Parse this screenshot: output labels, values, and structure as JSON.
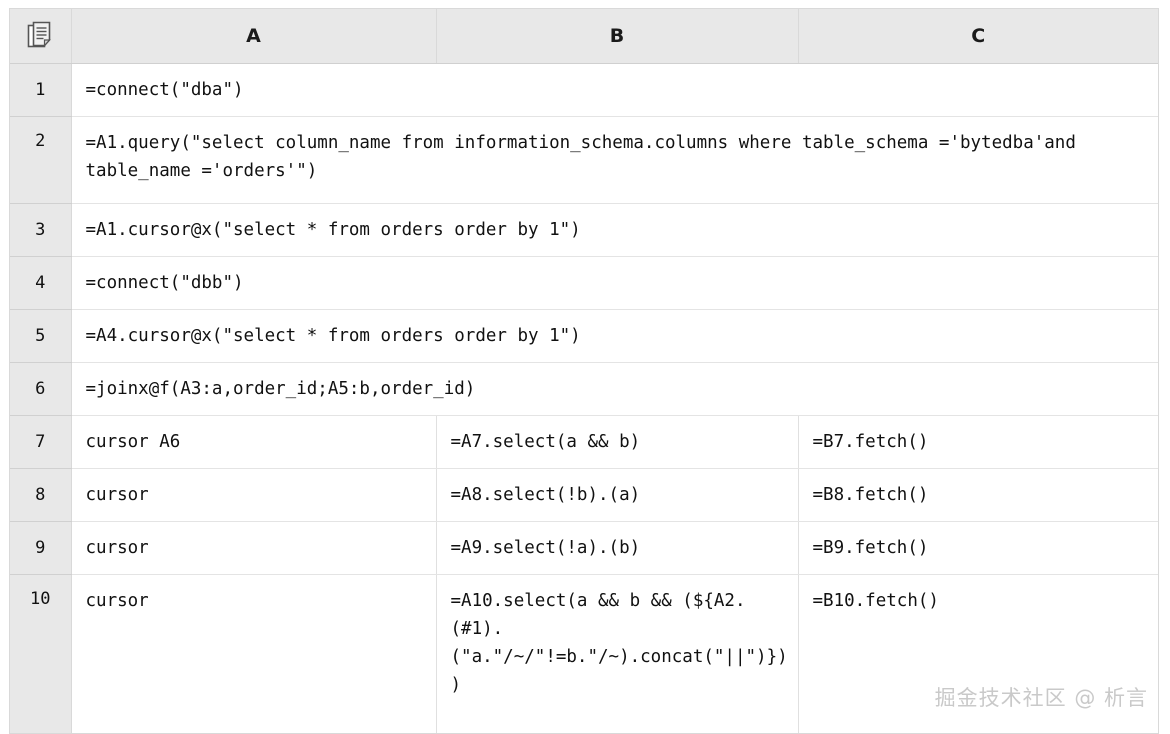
{
  "grid": {
    "corner_icon": "sheets-copy-icon",
    "column_headers": [
      "A",
      "B",
      "C"
    ],
    "row_numbers": [
      "1",
      "2",
      "3",
      "4",
      "5",
      "6",
      "7",
      "8",
      "9",
      "10"
    ],
    "rows": [
      {
        "num": "1",
        "merged": true,
        "a": "=connect(\"dba\")",
        "b": "",
        "c": ""
      },
      {
        "num": "2",
        "merged": true,
        "a": "=A1.query(\"select column_name from information_schema.columns where table_schema ='bytedba'and table_name ='orders'\")",
        "b": "",
        "c": ""
      },
      {
        "num": "3",
        "merged": true,
        "a": "=A1.cursor@x(\"select * from orders order by 1\")",
        "b": "",
        "c": ""
      },
      {
        "num": "4",
        "merged": true,
        "a": "=connect(\"dbb\")",
        "b": "",
        "c": ""
      },
      {
        "num": "5",
        "merged": true,
        "a": "=A4.cursor@x(\"select * from orders order by 1\")",
        "b": "",
        "c": ""
      },
      {
        "num": "6",
        "merged": true,
        "a": "=joinx@f(A3:a,order_id;A5:b,order_id)",
        "b": "",
        "c": ""
      },
      {
        "num": "7",
        "merged": false,
        "a": "cursor A6",
        "b": "=A7.select(a && b)",
        "c": "=B7.fetch()"
      },
      {
        "num": "8",
        "merged": false,
        "a": "cursor",
        "b": "=A8.select(!b).(a)",
        "c": "=B8.fetch()"
      },
      {
        "num": "9",
        "merged": false,
        "a": "cursor",
        "b": "=A9.select(!a).(b)",
        "c": "=B9.fetch()"
      },
      {
        "num": "10",
        "merged": false,
        "a": "cursor",
        "b": "=A10.select(a && b && (${A2.(#1).(\"a.\"/~/\"!=b.\"/~).concat(\"||\")}))",
        "c": "=B10.fetch()"
      }
    ]
  },
  "watermark": {
    "text": "掘金技术社区 @ 析言"
  },
  "colors": {
    "header_background": "#e8e8e8",
    "gutter_background": "#e8e8e8",
    "cell_background": "#ffffff",
    "grid_line": "#e0e0e0",
    "outer_border": "#d9d9d9",
    "text": "#111111",
    "watermark": "#c9c9c9"
  }
}
